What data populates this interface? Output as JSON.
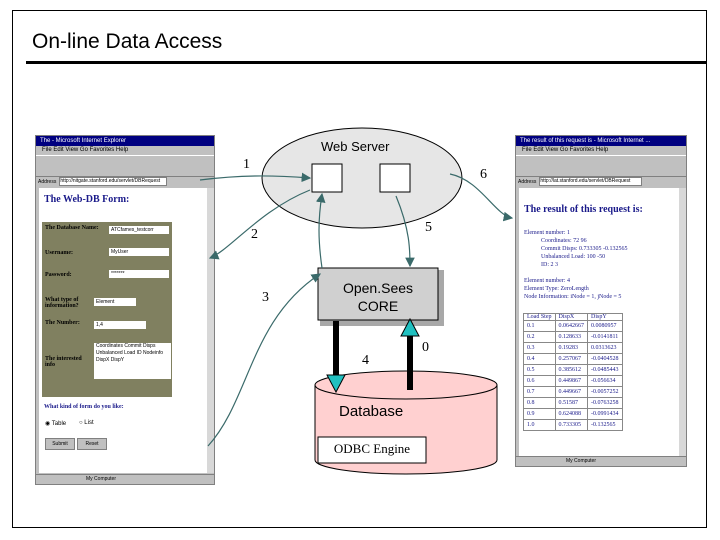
{
  "slide": {
    "title": "On-line Data Access"
  },
  "server": {
    "label": "Web Server"
  },
  "core": {
    "line1": "Open.Sees",
    "line2": "CORE"
  },
  "database": {
    "label": "Database",
    "odbc": "ODBC Engine"
  },
  "arrows": {
    "a1": "1",
    "a2": "2",
    "a3": "3",
    "a4": "4",
    "a5": "5",
    "a6": "6",
    "a0": "0"
  },
  "left_browser": {
    "title": "The - Microsoft Internet Explorer",
    "menu": "File  Edit  View  Go  Favorites  Help",
    "address": "http://nitgate.stanford.edu/servlet/DBRequest",
    "form_title": "The Web-DB Form:",
    "db_label": "The Database Name:",
    "db_value": "ATCfames_testcorr",
    "user_label": "Username:",
    "user_value": "MyUser",
    "pass_label": "Password:",
    "pass_value": "*******",
    "type_label": "What type of information?",
    "type_value": "Element",
    "number_label": "The Number:",
    "number_value": "1,4",
    "info_label": "The interested info",
    "info_value": "Coordinates  Commit Disps  Unbalanced Load  ID  Nodeinfo  DispX  DispY",
    "form_kind": "What kind of form do you like:",
    "radio_table": "Table",
    "radio_list": "List",
    "submit": "Submit",
    "reset": "Reset",
    "status": "My Computer"
  },
  "right_browser": {
    "title": "The result of this request is - Microsoft Internet ...",
    "menu": "File  Edit  View  Go  Favorites  Help",
    "address": "http://lat.stanford.edu/servlet/DBRequest",
    "heading": "The result of this request is:",
    "e1": {
      "element": "Element number:  1",
      "coords": "Coordinates:  72  96",
      "commit": "Commit Disps:  0.733305  -0.132565",
      "unbal": "Unbalanced Load:  100  -50",
      "id": "ID:  2  3"
    },
    "e2": {
      "element": "Element number:  4",
      "type": "Element Type:  ZeroLength",
      "node": "Node Information:  iNode = 1, jNode = 5"
    },
    "table_headers": [
      "Load Step",
      "DispX",
      "DispY"
    ],
    "table_rows": [
      [
        "0.1",
        "0.0642667",
        "0.0080957"
      ],
      [
        "0.2",
        "0.128633",
        "-0.0141811"
      ],
      [
        "0.3",
        "0.19283",
        "0.0313623"
      ],
      [
        "0.4",
        "0.257067",
        "-0.0404528"
      ],
      [
        "0.5",
        "0.385612",
        "-0.0485443"
      ],
      [
        "0.6",
        "0.449867",
        "-0.056634"
      ],
      [
        "0.7",
        "0.449667",
        "-0.0057252"
      ],
      [
        "0.8",
        "0.51587",
        "-0.0763258"
      ],
      [
        "0.9",
        "0.624088",
        "-0.0991434"
      ],
      [
        "1.0",
        "0.733305",
        "-0.132565"
      ]
    ],
    "status": "My Computer"
  }
}
